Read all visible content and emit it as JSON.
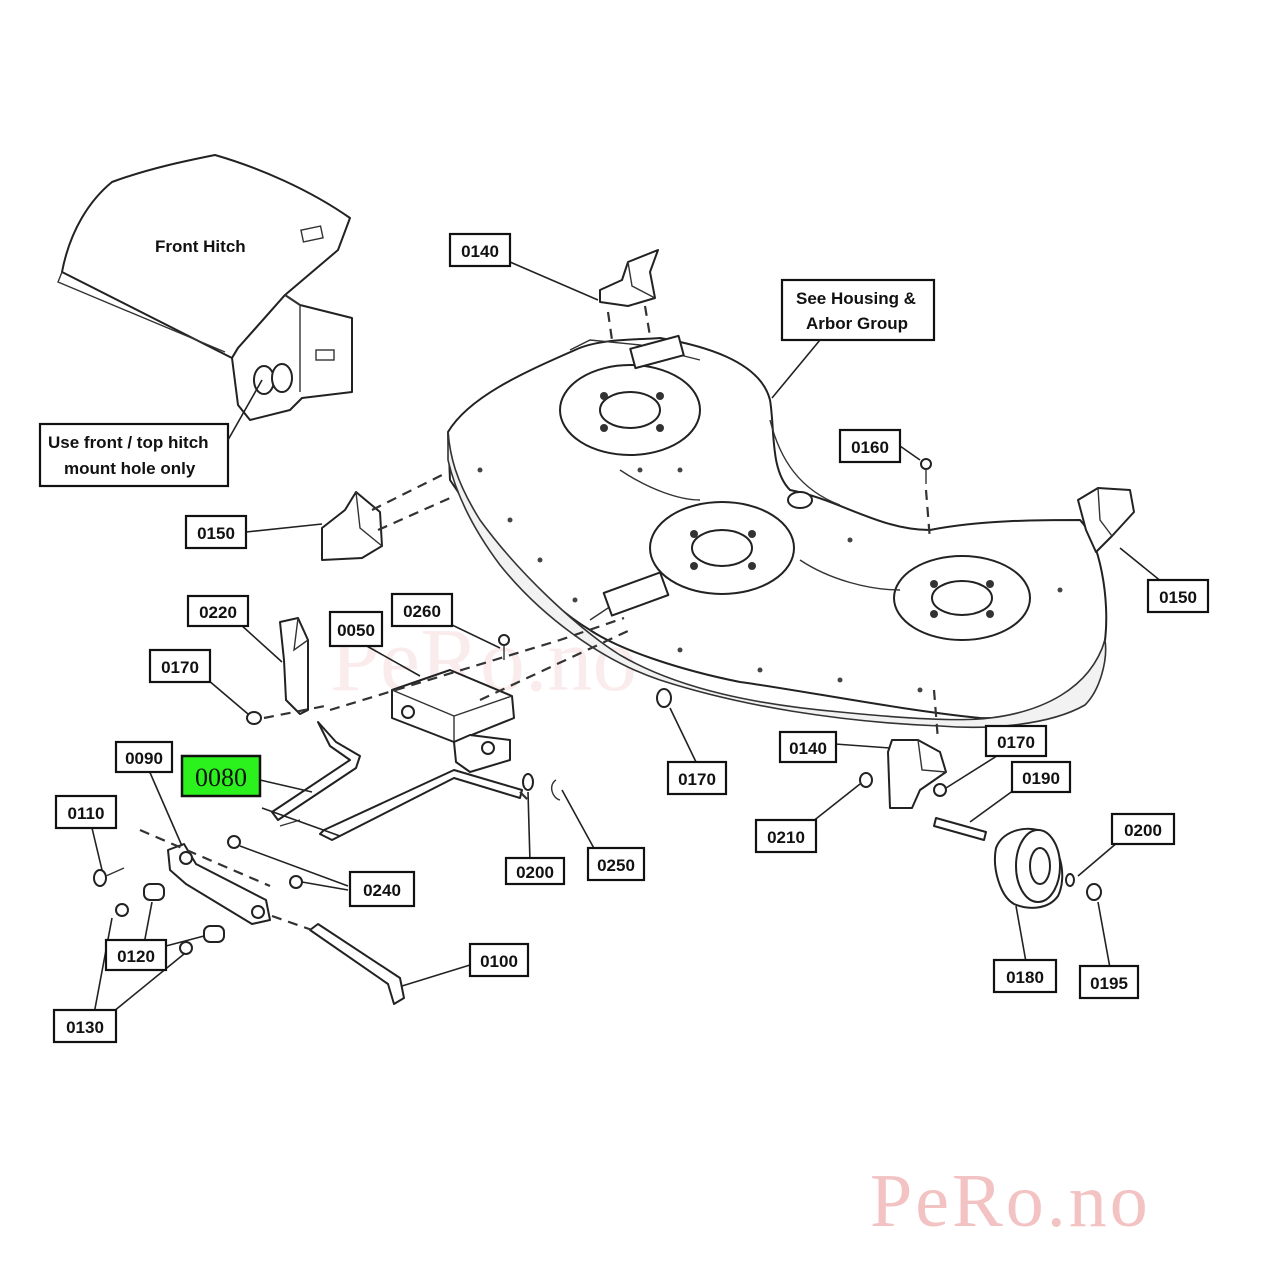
{
  "notes": {
    "front_hitch": "Front Hitch",
    "hitch_line1": "Use front / top hitch",
    "hitch_line2": "mount hole only",
    "housing_line1": "See Housing &",
    "housing_line2": "Arbor Group"
  },
  "labels": {
    "l0140a": "0140",
    "l0160": "0160",
    "l0150a": "0150",
    "l0150b": "0150",
    "l0220": "0220",
    "l0050": "0050",
    "l0260": "0260",
    "l0170a": "0170",
    "l0170b": "0170",
    "l0170c": "0170",
    "l0140b": "0140",
    "l0190": "0190",
    "l0090": "0090",
    "l0080": "0080",
    "l0110": "0110",
    "l0210": "0210",
    "l0200a": "0200",
    "l0200b": "0200",
    "l0250": "0250",
    "l0240": "0240",
    "l0120": "0120",
    "l0100": "0100",
    "l0130": "0130",
    "l0180": "0180",
    "l0195": "0195"
  },
  "highlight": {
    "part": "0080",
    "color": "#2bf21c"
  },
  "watermark": {
    "text": "PeRo.no",
    "color": "#f3c2c2"
  }
}
